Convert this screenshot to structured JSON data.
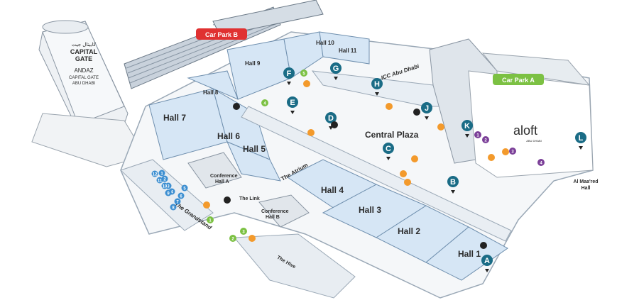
{
  "colors": {
    "hall_fill": "#d6e6f5",
    "hall_stroke": "#6f8fae",
    "entrance": "#1a6c86",
    "red_badge": "#e03131",
    "green_badge": "#7cc143",
    "orange_badge": "#f39a2c",
    "purple_badge": "#7b3f98"
  },
  "tower": {
    "line1": "كابيتال جيت",
    "line2": "CAPITAL",
    "line3": "GATE",
    "line4": "ANDAZ",
    "line5": "CAPITAL GATE",
    "line6": "ABU DHABI"
  },
  "car_parks": {
    "b": "Car Park B",
    "a": "Car Park A"
  },
  "halls": {
    "h1": "Hall 1",
    "h2": "Hall 2",
    "h3": "Hall 3",
    "h4": "Hall 4",
    "h5": "Hall 5",
    "h6": "Hall 6",
    "h7": "Hall 7",
    "h8": "Hall 8",
    "h9": "Hall 9",
    "h10": "Hall 10",
    "h11": "Hall 11"
  },
  "places": {
    "icc": "ICC Abu Dhabi",
    "central_plaza": "Central Plaza",
    "atrium": "The Atrium",
    "link": "The Link",
    "conf_a1": "Conference",
    "conf_a2": "Hall A",
    "conf_b1": "Conference",
    "conf_b2": "Hall B",
    "grandstand": "The Grandstand",
    "hive": "The Hive",
    "maared1": "Al Maa'red",
    "maared2": "Hall",
    "aloft": "aloft",
    "aloft_sub": "ABU DHABI"
  },
  "entrances": [
    "A",
    "B",
    "C",
    "D",
    "E",
    "F",
    "G",
    "H",
    "J",
    "K",
    "L"
  ],
  "green_numbers": [
    "1",
    "2",
    "3",
    "4",
    "5"
  ],
  "purple_numbers": [
    "1",
    "2",
    "3",
    "4"
  ],
  "blue_numbers": [
    "1",
    "2",
    "3",
    "4",
    "5",
    "6",
    "7",
    "8",
    "9",
    "10",
    "11",
    "12"
  ]
}
